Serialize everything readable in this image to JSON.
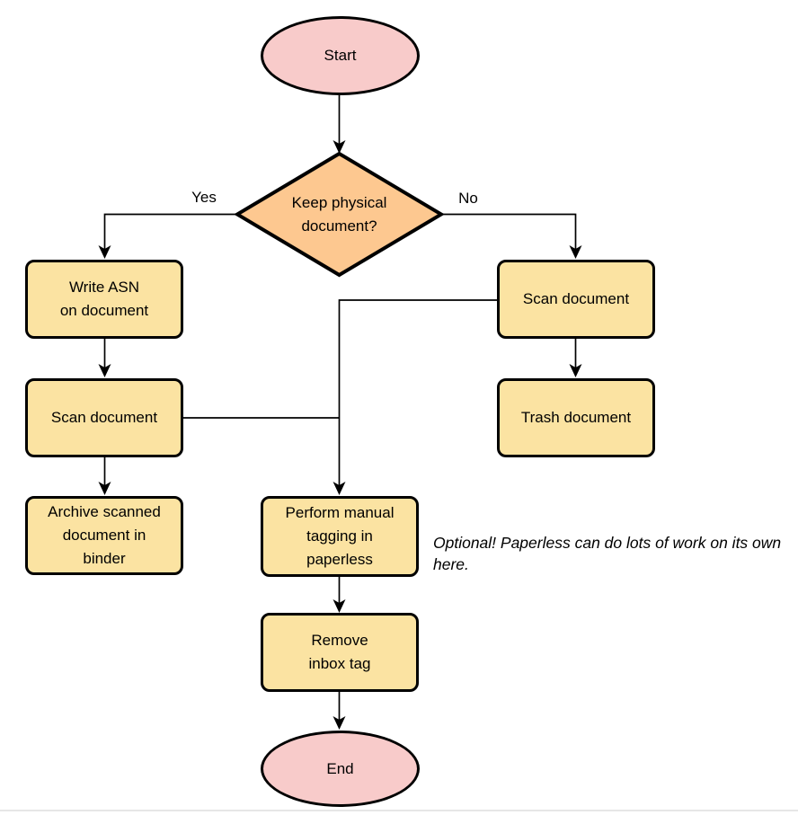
{
  "nodes": {
    "start": {
      "label": "Start"
    },
    "decision": {
      "label": "Keep physical\ndocument?"
    },
    "write_asn": {
      "label": "Write ASN\non document"
    },
    "scan_left": {
      "label": "Scan document"
    },
    "archive": {
      "label": "Archive scanned\ndocument in\nbinder"
    },
    "scan_right": {
      "label": "Scan document"
    },
    "trash": {
      "label": "Trash document"
    },
    "tagging": {
      "label": "Perform manual\ntagging in\npaperless"
    },
    "remove_inbox": {
      "label": "Remove\ninbox tag"
    },
    "end": {
      "label": "End"
    }
  },
  "edges": {
    "yes_label": "Yes",
    "no_label": "No"
  },
  "annotation": {
    "text": "Optional! Paperless can do lots of work on its own here."
  },
  "colors": {
    "terminator_fill": "#f8cbca",
    "decision_fill": "#fdc890",
    "process_fill": "#fbe3a2",
    "stroke": "#000000",
    "line": "#000000"
  }
}
